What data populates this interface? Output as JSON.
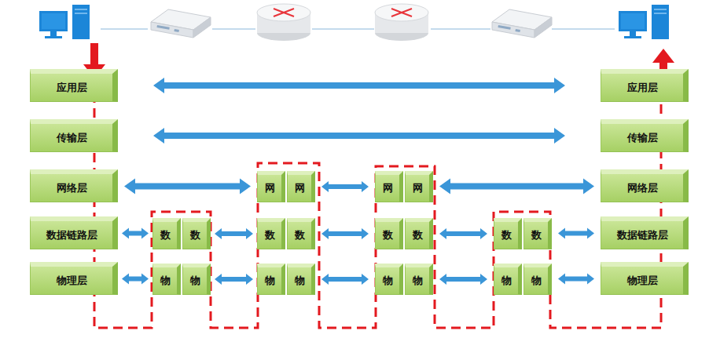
{
  "diagram": {
    "nodes": [
      {
        "text": [
          "应用层"
        ]
      },
      {
        "text": [
          "传输层"
        ]
      },
      {
        "text": [
          "网络层"
        ]
      },
      {
        "text": [
          "数据链路层"
        ]
      },
      {
        "text": [
          "物理层"
        ]
      },
      {
        "text": [
          "数"
        ]
      },
      {
        "text": [
          "数"
        ]
      },
      {
        "text": [
          "物"
        ]
      },
      {
        "text": [
          "物"
        ]
      },
      {
        "text": [
          "网"
        ]
      },
      {
        "text": [
          "网"
        ]
      },
      {
        "text": [
          "数"
        ]
      },
      {
        "text": [
          "数"
        ]
      },
      {
        "text": [
          "物"
        ]
      },
      {
        "text": [
          "物"
        ]
      },
      {
        "text": [
          "网"
        ]
      },
      {
        "text": [
          "网"
        ]
      },
      {
        "text": [
          "数"
        ]
      },
      {
        "text": [
          "数"
        ]
      },
      {
        "text": [
          "物"
        ]
      },
      {
        "text": [
          "物"
        ]
      },
      {
        "text": [
          "数"
        ]
      },
      {
        "text": [
          "数"
        ]
      },
      {
        "text": [
          "物"
        ]
      },
      {
        "text": [
          "物"
        ]
      },
      {
        "text": [
          "应用层"
        ]
      },
      {
        "text": [
          "传输层"
        ]
      },
      {
        "text": [
          "网络层"
        ]
      },
      {
        "text": [
          "数据链路层"
        ]
      },
      {
        "text": [
          "物理层"
        ]
      }
    ],
    "edges": [
      {
        "from": 0,
        "to": 25,
        "arrow": "both"
      },
      {
        "from": 1,
        "to": 26,
        "arrow": "both"
      },
      {
        "from": 2,
        "to": 9,
        "arrow": "both"
      },
      {
        "from": 10,
        "to": 15,
        "arrow": "both"
      },
      {
        "from": 16,
        "to": 27,
        "arrow": "both"
      },
      {
        "from": 3,
        "to": 5,
        "arrow": "both"
      },
      {
        "from": 6,
        "to": 11,
        "arrow": "both"
      },
      {
        "from": 12,
        "to": 17,
        "arrow": "both"
      },
      {
        "from": 18,
        "to": 21,
        "arrow": "both"
      },
      {
        "from": 22,
        "to": 28,
        "arrow": "both"
      },
      {
        "from": 4,
        "to": 7,
        "arrow": "both"
      },
      {
        "from": 8,
        "to": 13,
        "arrow": "both"
      },
      {
        "from": 14,
        "to": 19,
        "arrow": "both"
      },
      {
        "from": 20,
        "to": 23,
        "arrow": "both"
      },
      {
        "from": 24,
        "to": 29,
        "arrow": "both"
      }
    ]
  }
}
